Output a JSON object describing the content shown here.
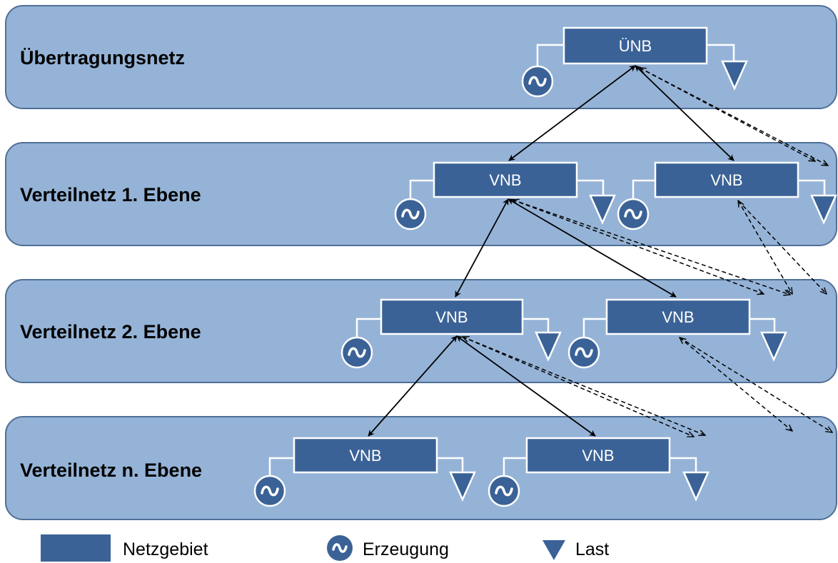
{
  "colors": {
    "band_fill": "#95b3d7",
    "band_stroke": "#4f6f96",
    "node_fill": "#3b6296",
    "node_stroke": "#ffffff",
    "line": "#000000"
  },
  "bands": [
    {
      "label": "Übertragungsnetz"
    },
    {
      "label": "Verteilnetz 1. Ebene"
    },
    {
      "label": "Verteilnetz 2. Ebene"
    },
    {
      "label": "Verteilnetz n. Ebene"
    }
  ],
  "nodes": [
    {
      "label": "ÜNB",
      "band": 0
    },
    {
      "label": "VNB",
      "band": 1
    },
    {
      "label": "VNB",
      "band": 1
    },
    {
      "label": "VNB",
      "band": 2
    },
    {
      "label": "VNB",
      "band": 2
    },
    {
      "label": "VNB",
      "band": 3
    },
    {
      "label": "VNB",
      "band": 3
    }
  ],
  "legend": {
    "network_area": "Netzgebiet",
    "generation": "Erzeugung",
    "load": "Last"
  },
  "icons": {
    "generation": "generator-icon",
    "load": "load-icon"
  }
}
